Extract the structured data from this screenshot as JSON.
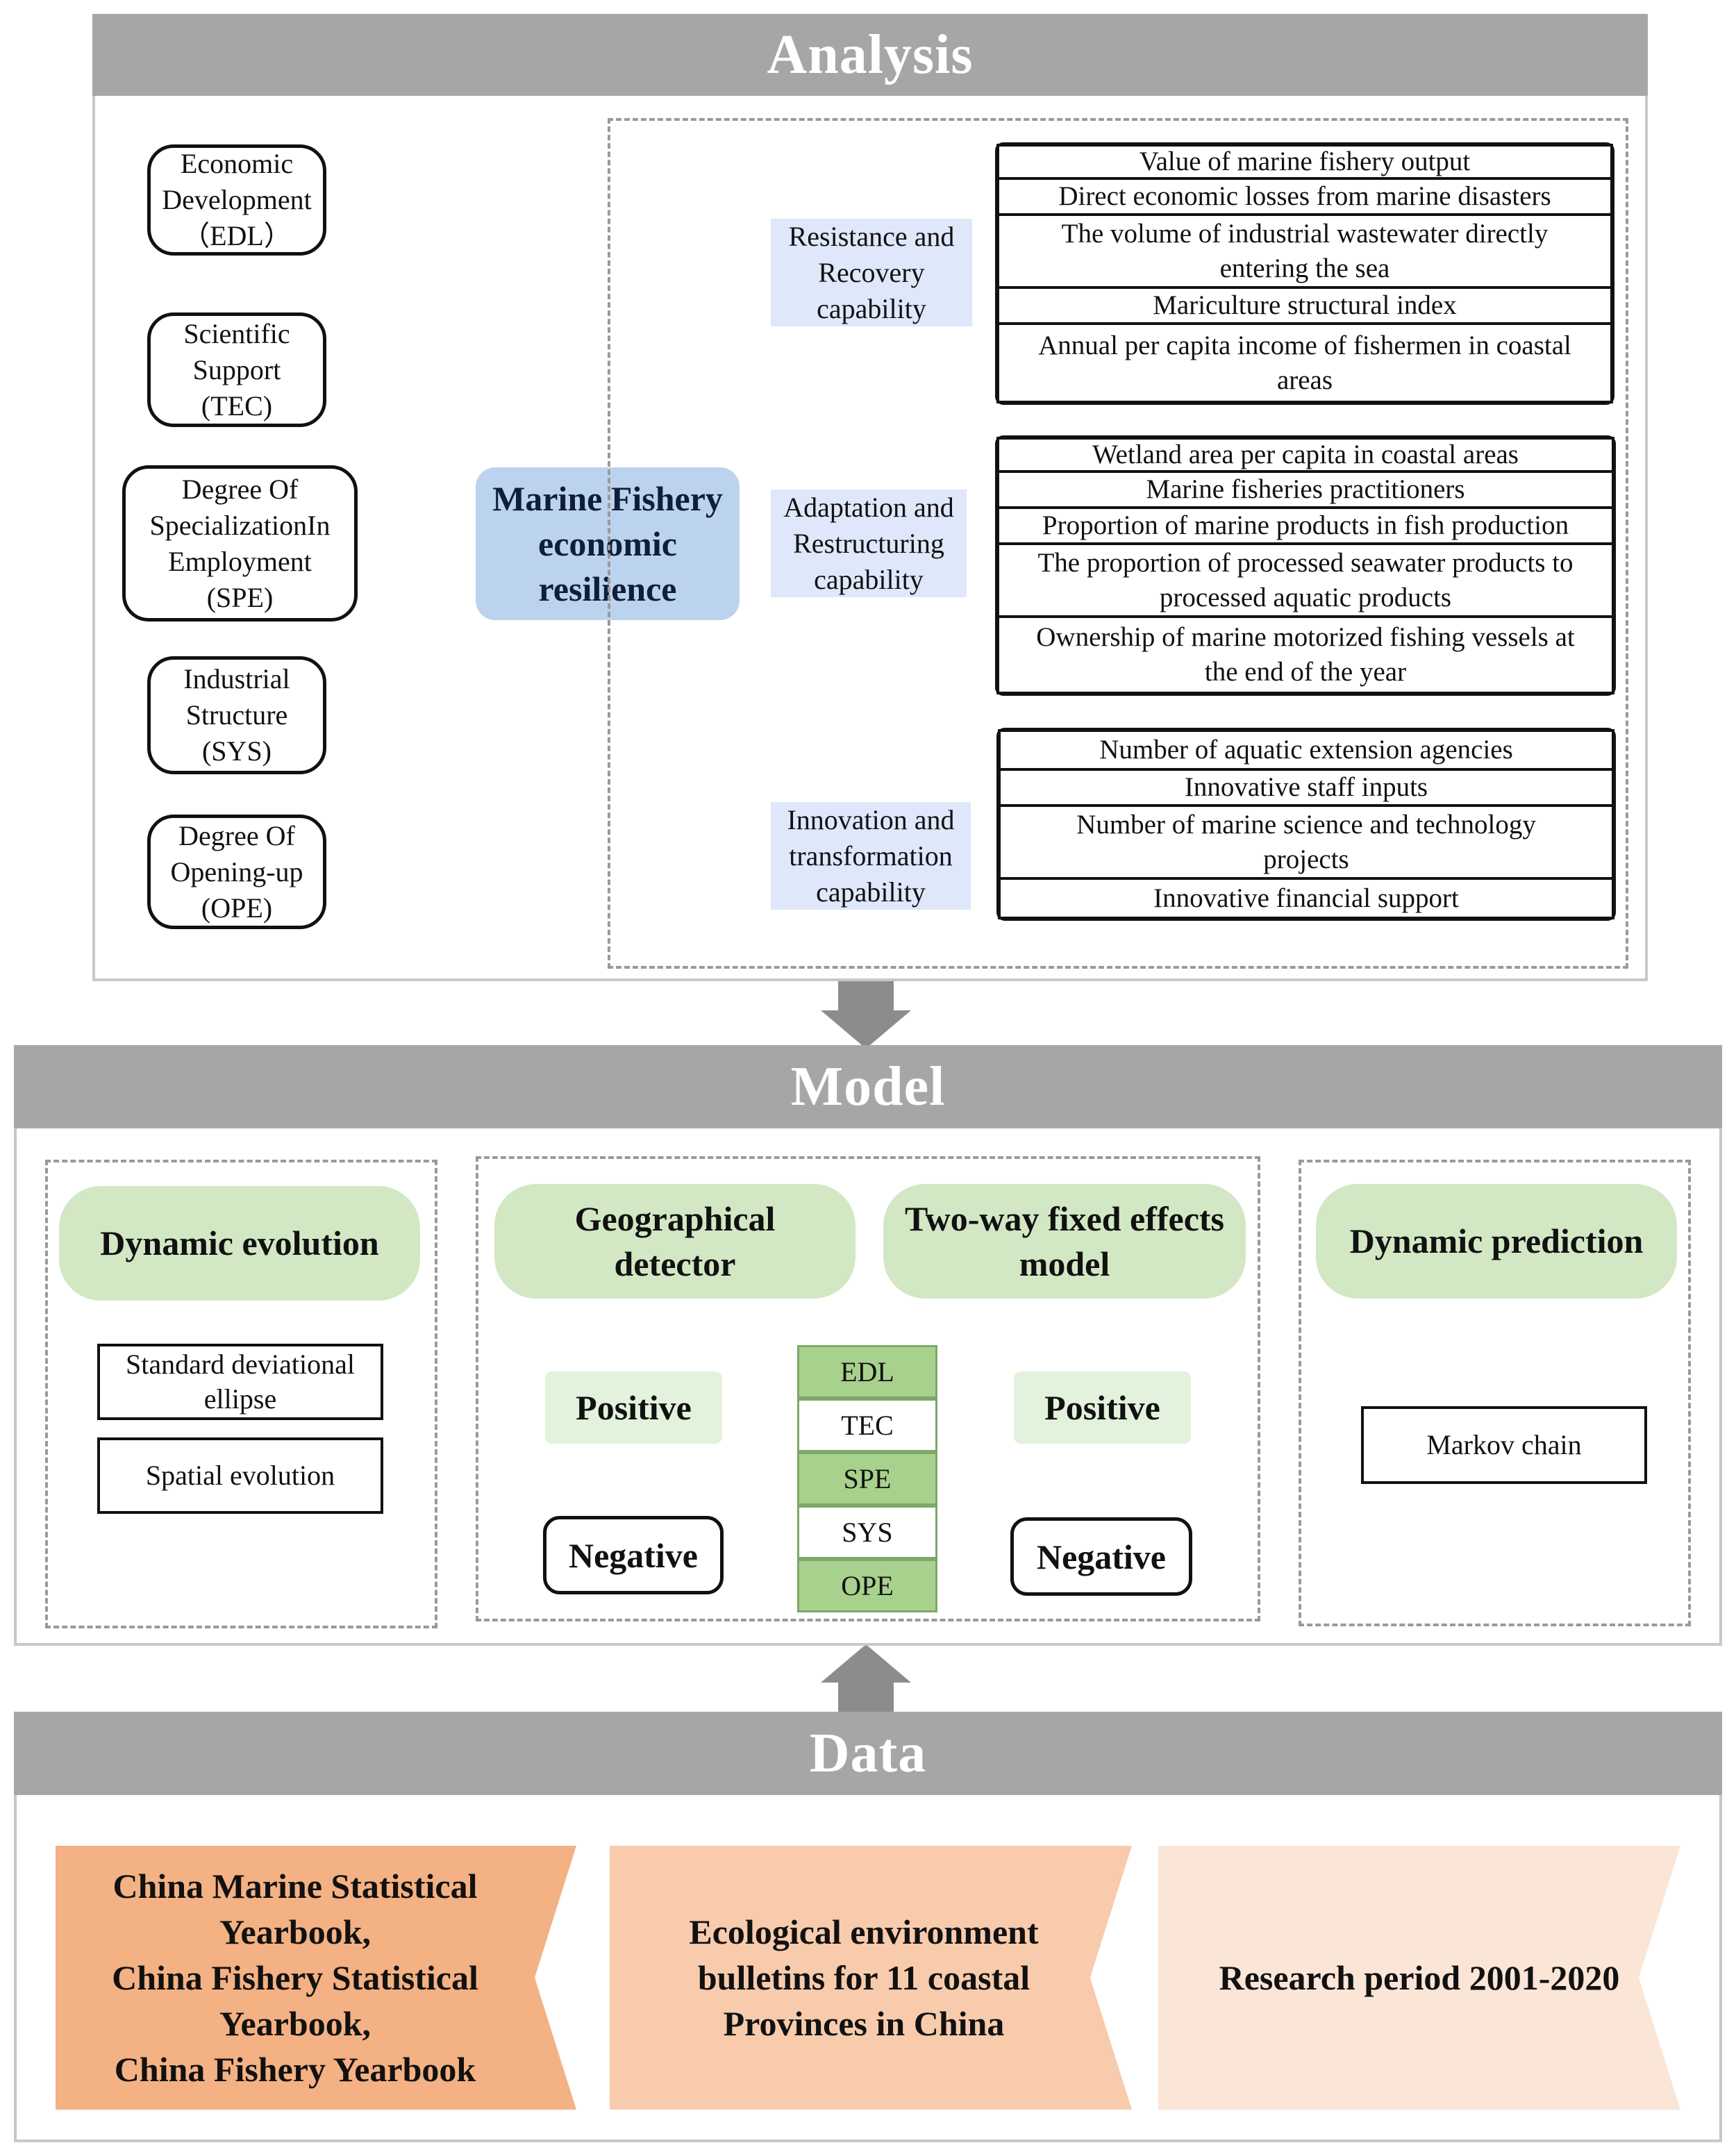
{
  "analysis": {
    "title": "Analysis",
    "factors": [
      {
        "lines": [
          "Economic",
          "Development",
          "（EDL）"
        ]
      },
      {
        "lines": [
          "Scientific",
          "Support",
          "(TEC)"
        ]
      },
      {
        "lines": [
          "Degree  Of",
          "SpecializationIn",
          "Employment",
          "(SPE)"
        ]
      },
      {
        "lines": [
          "Industrial",
          "Structure",
          "(SYS)"
        ]
      },
      {
        "lines": [
          "Degree Of",
          "Opening-up",
          "(OPE)"
        ]
      }
    ],
    "center": [
      "Marine Fishery",
      "economic",
      "resilience"
    ],
    "capabilities": [
      {
        "lines": [
          "Resistance and",
          "Recovery",
          "capability"
        ],
        "indicators": [
          [
            "Value of marine fishery output"
          ],
          [
            "Direct economic losses from marine disasters"
          ],
          [
            "The volume of industrial wastewater directly",
            "entering the sea"
          ],
          [
            "Mariculture structural index"
          ],
          [
            "Annual per capita income of fishermen in coastal",
            "areas"
          ]
        ]
      },
      {
        "lines": [
          "Adaptation and",
          "Restructuring",
          "capability"
        ],
        "indicators": [
          [
            "Wetland area per capita in coastal areas"
          ],
          [
            "Marine fisheries practitioners"
          ],
          [
            "Proportion of marine products in fish production"
          ],
          [
            "The proportion of processed seawater products to",
            "processed aquatic products"
          ],
          [
            "Ownership of marine motorized fishing vessels at",
            "the end of the year"
          ]
        ]
      },
      {
        "lines": [
          "Innovation and",
          "transformation",
          "capability"
        ],
        "indicators": [
          [
            "Number of aquatic extension agencies"
          ],
          [
            "Innovative staff inputs"
          ],
          [
            "Number of marine science and technology",
            "projects"
          ],
          [
            "Innovative financial support"
          ]
        ]
      }
    ]
  },
  "model": {
    "title": "Model",
    "dynamic_evolution": {
      "label": "Dynamic evolution",
      "items": [
        [
          "Standard deviational",
          "ellipse"
        ],
        [
          "Spatial evolution"
        ]
      ]
    },
    "geo_detector": [
      "Geographical",
      "detector"
    ],
    "fixed_effects": [
      "Two-way fixed effects",
      "model"
    ],
    "positive_label": "Positive",
    "negative_label": "Negative",
    "variables": [
      "EDL",
      "TEC",
      "SPE",
      "SYS",
      "OPE"
    ],
    "dynamic_prediction": {
      "label": "Dynamic prediction",
      "item": "Markov chain"
    }
  },
  "data": {
    "title": "Data",
    "sources": [
      {
        "lines": [
          "China Marine Statistical",
          "Yearbook,",
          "China Fishery Statistical",
          "Yearbook,",
          "China Fishery Yearbook"
        ],
        "color": "#f4b183"
      },
      {
        "lines": [
          "Ecological environment",
          "bulletins for 11 coastal",
          "Provinces in China"
        ],
        "color": "#f8cbad"
      },
      {
        "lines": [
          "Research period 2001-2020"
        ],
        "color": "#fbe5d6"
      }
    ]
  },
  "colors": {
    "band": "#a6a6a6",
    "center_node": "#bcd3ef",
    "capability": "#dfe7fb",
    "pill": "#d2e8c4",
    "variable_green": "#a9d18e",
    "arrow": "#8c8c8c"
  }
}
